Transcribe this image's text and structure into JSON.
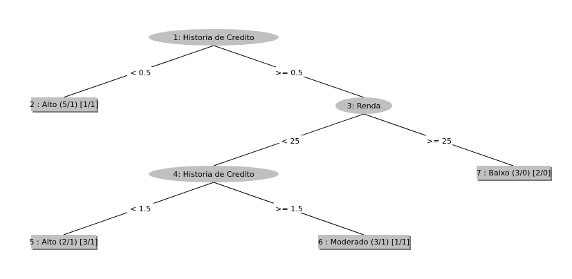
{
  "tree": {
    "nodes": [
      {
        "id": "n1",
        "kind": "split",
        "label": "1: Historia de Credito"
      },
      {
        "id": "n2",
        "kind": "leaf",
        "label": "2 : Alto (5/1) [1/1]"
      },
      {
        "id": "n3",
        "kind": "split",
        "label": "3: Renda"
      },
      {
        "id": "n4",
        "kind": "split",
        "label": "4: Historia de Credito"
      },
      {
        "id": "n5",
        "kind": "leaf",
        "label": "5 : Alto (2/1) [3/1]"
      },
      {
        "id": "n6",
        "kind": "leaf",
        "label": "6 : Moderado (3/1) [1/1]"
      },
      {
        "id": "n7",
        "kind": "leaf",
        "label": "7 : Baixo (3/0) [2/0]"
      }
    ],
    "edges": [
      {
        "from": "n1",
        "to": "n2",
        "label": "< 0.5"
      },
      {
        "from": "n1",
        "to": "n3",
        "label": ">= 0.5"
      },
      {
        "from": "n3",
        "to": "n4",
        "label": "< 25"
      },
      {
        "from": "n3",
        "to": "n7",
        "label": ">= 25"
      },
      {
        "from": "n4",
        "to": "n5",
        "label": "< 1.5"
      },
      {
        "from": "n4",
        "to": "n6",
        "label": ">= 1.5"
      }
    ]
  }
}
